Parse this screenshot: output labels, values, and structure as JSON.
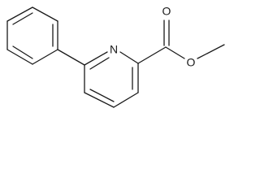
{
  "molecule": {
    "atoms": {
      "nitrogen": "N",
      "carbonyl_oxygen": "O",
      "ester_oxygen": "O"
    },
    "colors": {
      "bond": "#1a1a1a",
      "label": "#1a1a1a",
      "background": "#ffffff"
    }
  }
}
